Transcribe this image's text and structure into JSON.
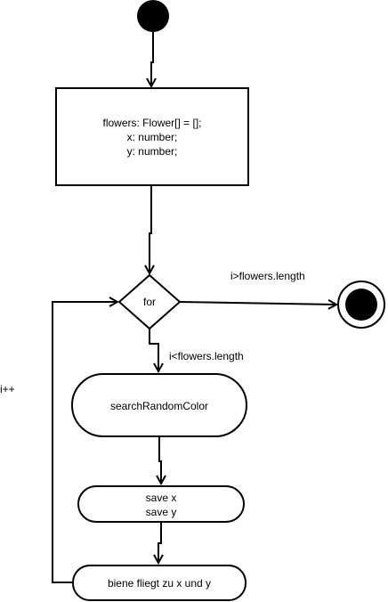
{
  "nodes": {
    "declarations": {
      "lines": [
        "flowers: Flower[] = [];",
        "x: number;",
        "y: number;"
      ]
    },
    "loop_decision": {
      "label": "for"
    },
    "search_color": {
      "label": "searchRandomColor"
    },
    "save_xy": {
      "lines": [
        "save x",
        "save y"
      ]
    },
    "fly": {
      "label": "biene fliegt zu x und y"
    }
  },
  "edges": {
    "exit_condition": "i>flowers.length",
    "continue_condition": "i<flowers.length",
    "loop_increment": "i++"
  }
}
